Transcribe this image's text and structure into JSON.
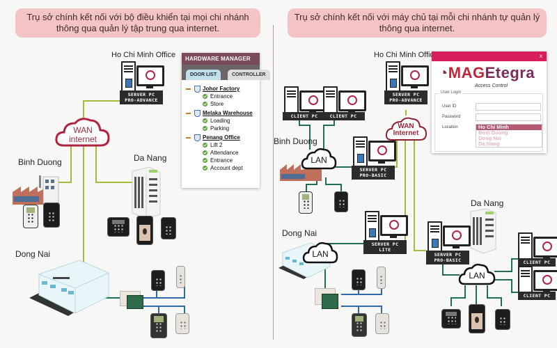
{
  "left_panel": {
    "banner": {
      "line1": "Trụ sở chính kết nối với bộ điều khiển tại mọi chi nhánh",
      "line2": "thông qua quản lý tập trung qua internet."
    },
    "locations": {
      "hq": "Ho Chi Minh Office",
      "binh_duong": "Binh Duong",
      "da_nang": "Da Nang",
      "dong_nai": "Dong Nai"
    },
    "server": {
      "line1": "SERVER PC",
      "line2": "PRO-ADVANCE"
    },
    "wan_cloud": {
      "line1": "WAN",
      "line2": "internet"
    },
    "hardware_manager": {
      "title": "HARDWARE MANAGER",
      "tabs": [
        "DOOR LIST",
        "CONTROLLER"
      ],
      "groups": [
        {
          "name": "Johor Factory",
          "doors": [
            "Entrance",
            "Store"
          ]
        },
        {
          "name": "Melaka Warehouse",
          "doors": [
            "Loading",
            "Parking"
          ]
        },
        {
          "name": "Penang Office",
          "doors": [
            "Lift 2",
            "Attendance",
            "Entrance",
            "Account dept"
          ]
        }
      ]
    }
  },
  "right_panel": {
    "banner": {
      "line1": "Trụ sở chính kết nối với máy chủ tại mỗi chi nhánh tự quản lý",
      "line2": "thông qua internet."
    },
    "locations": {
      "hq": "Ho Chi Minh Office",
      "binh_duong": "Binh Duong",
      "dong_nai": "Dong Nai",
      "da_nang": "Da Nang"
    },
    "hq_server": {
      "line1": "SERVER PC",
      "line2": "PRO-ADVANCE"
    },
    "wan_cloud": {
      "line1": "WAN",
      "line2": "Internet"
    },
    "client_pc_label": "CLIENT PC",
    "binh_duong_server": {
      "line1": "SERVER PC",
      "line2": "PRO-BASIC"
    },
    "dong_nai_server": {
      "line1": "SERVER PC",
      "line2": "LITE"
    },
    "da_nang_server": {
      "line1": "SERVER PC",
      "line2": "PRO-BASIC"
    },
    "lan_label": "LAN",
    "login_window": {
      "close": "x",
      "brand_prefix": "MAG",
      "brand_suffix": "Etegra",
      "brand_subtitle": "Access Control",
      "legend": "User Login",
      "fields": [
        "User ID",
        "Password",
        "Location"
      ],
      "location_options": [
        "Ho Chi Minh",
        "Binh Duong",
        "Dong Nai",
        "Da Nang"
      ],
      "selected_location": "Ho Chi Minh"
    }
  },
  "colors": {
    "banner_bg": "#f4c4c4",
    "wan_link": "#a8b83a",
    "lan_link": "#1f6e52",
    "device_link": "#2e6aa8",
    "wan_cloud_outline": "#c0243c",
    "login_header": "#d81d5c"
  }
}
